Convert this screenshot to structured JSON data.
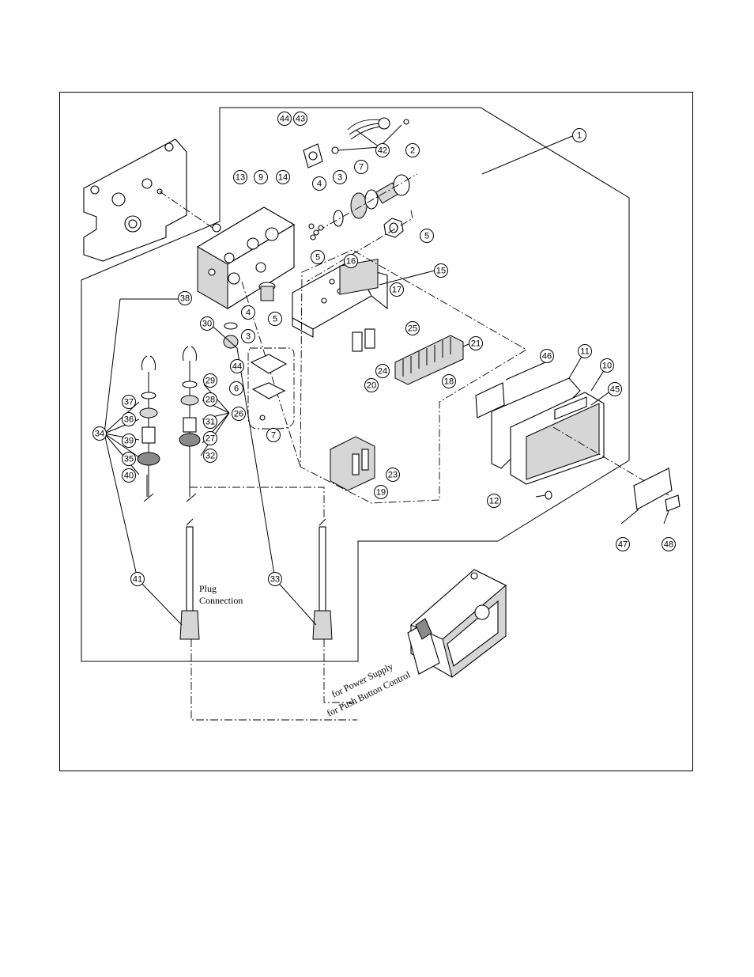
{
  "callouts": [
    "1",
    "2",
    "3",
    "4",
    "5",
    "6",
    "7",
    "9",
    "10",
    "11",
    "12",
    "13",
    "14",
    "15",
    "16",
    "17",
    "18",
    "19",
    "20",
    "21",
    "23",
    "24",
    "25",
    "26",
    "27",
    "28",
    "29",
    "30",
    "31",
    "32",
    "33",
    "34",
    "35",
    "36",
    "37",
    "38",
    "39",
    "40",
    "41",
    "42",
    "43",
    "44",
    "45",
    "46",
    "47",
    "48"
  ],
  "labels": {
    "plug_line1": "Plug",
    "plug_line2": "Connection",
    "power_supply": "for Power Supply",
    "push_button": "for Push Button Control"
  }
}
